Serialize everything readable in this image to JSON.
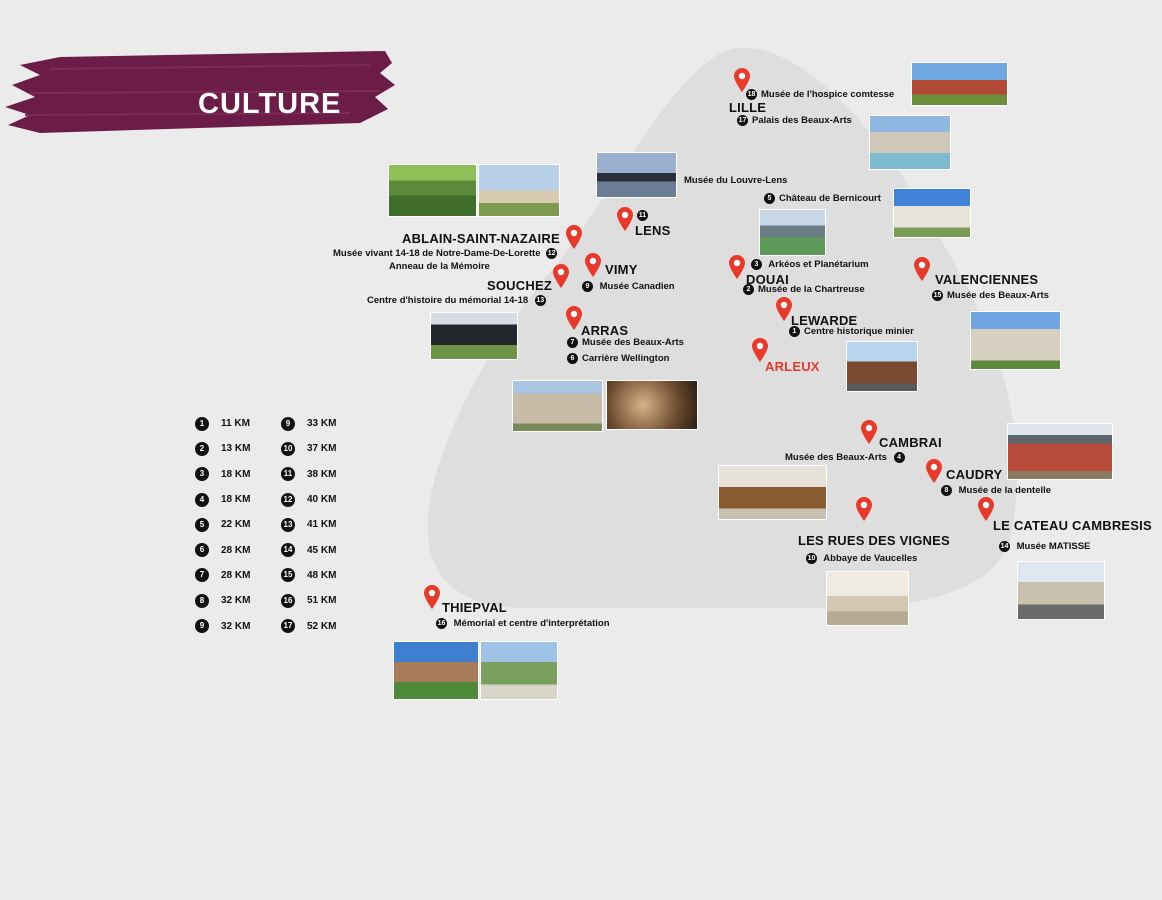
{
  "title": "CULTURE",
  "colors": {
    "brand": "#6b1c47",
    "pin": "#e8392a",
    "region": "#dedede",
    "background": "#ebebeb"
  },
  "towns": {
    "lille": "LILLE",
    "lens": "LENS",
    "ablain": "ABLAIN-SAINT-NAZAIRE",
    "vimy": "VIMY",
    "souchez": "SOUCHEZ",
    "arras": "ARRAS",
    "douai": "DOUAI",
    "valenciennes": "VALENCIENNES",
    "lewarde": "LEWARDE",
    "arleux": "ARLEUX",
    "cambrai": "CAMBRAI",
    "caudry": "CAUDRY",
    "cateau": "LE CATEAU CAMBRESIS",
    "rues": "LES RUES DES VIGNES",
    "thiepval": "THIEPVAL"
  },
  "sites": [
    {
      "n": "18",
      "label": "Musée de l'hospice comtesse"
    },
    {
      "n": "17",
      "label": "Palais des Beaux-Arts"
    },
    {
      "n": "",
      "label": "Musée du Louvre-Lens"
    },
    {
      "n": "5",
      "label": "Château de Bernicourt"
    },
    {
      "n": "11",
      "label": ""
    },
    {
      "n": "12",
      "label": "Musée vivant 14-18 de Notre-Dame-De-Lorette"
    },
    {
      "n": "",
      "label": "Anneau de la Mémoire"
    },
    {
      "n": "9",
      "label": "Musée Canadien"
    },
    {
      "n": "13",
      "label": "Centre d'histoire du mémorial 14-18"
    },
    {
      "n": "7",
      "label": "Musée des Beaux-Arts"
    },
    {
      "n": "6",
      "label": "Carrière Wellington"
    },
    {
      "n": "3",
      "label": "Arkéos et  Planétarium"
    },
    {
      "n": "2",
      "label": "Musée de la Chartreuse"
    },
    {
      "n": "15",
      "label": "Musée des Beaux-Arts"
    },
    {
      "n": "1",
      "label": "Centre historique minier"
    },
    {
      "n": "4",
      "label": "Musée des Beaux-Arts"
    },
    {
      "n": "8",
      "label": "Musée de la dentelle"
    },
    {
      "n": "14",
      "label": "Musée MATISSE"
    },
    {
      "n": "10",
      "label": "Abbaye de Vaucelles"
    },
    {
      "n": "16",
      "label": "Mémorial et centre d'interprétation"
    }
  ],
  "distances": [
    {
      "n": "1",
      "d": "11 KM"
    },
    {
      "n": "2",
      "d": "13 KM"
    },
    {
      "n": "3",
      "d": "18 KM"
    },
    {
      "n": "4",
      "d": "18 KM"
    },
    {
      "n": "5",
      "d": "22 KM"
    },
    {
      "n": "6",
      "d": "28 KM"
    },
    {
      "n": "7",
      "d": "28 KM"
    },
    {
      "n": "8",
      "d": "32 KM"
    },
    {
      "n": "9",
      "d": "32 KM"
    },
    {
      "n": "9",
      "d": "33 KM"
    },
    {
      "n": "10",
      "d": "37 KM"
    },
    {
      "n": "11",
      "d": "38 KM"
    },
    {
      "n": "12",
      "d": "40 KM"
    },
    {
      "n": "13",
      "d": "41 KM"
    },
    {
      "n": "14",
      "d": "45 KM"
    },
    {
      "n": "15",
      "d": "48 KM"
    },
    {
      "n": "16",
      "d": "51 KM"
    },
    {
      "n": "17",
      "d": "52 KM"
    }
  ]
}
